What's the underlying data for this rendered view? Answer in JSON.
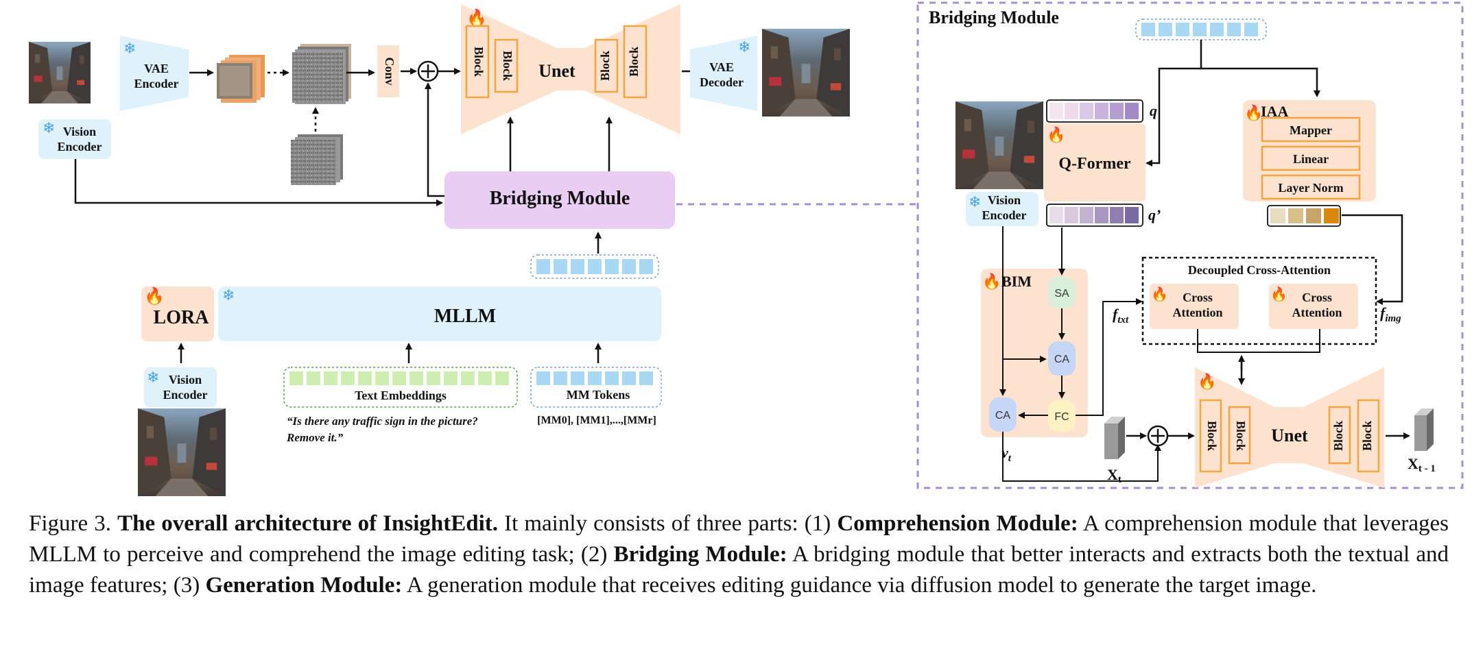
{
  "diagram": {
    "vae_encoder": "VAE\nEncoder",
    "vae_decoder": "VAE\nDecoder",
    "vision_encoder": "Vision\nEncoder",
    "conv": "Conv",
    "block": "Block",
    "unet": "Unet",
    "bridging_module": "Bridging Module",
    "lora": "LORA",
    "mllm": "MLLM",
    "text_embeddings": "Text Embeddings",
    "mm_tokens": "MM Tokens",
    "prompt": "“Is there any traffic sign in the picture?\nRemove it.”",
    "mm_token_list": "[MM0], [MM1],...,[MMr]",
    "panel_title": "Bridging Module",
    "q_former": "Q-Former",
    "q_label": "q",
    "q_prime_label": "q’",
    "iaa": "IAA",
    "mapper": "Mapper",
    "linear": "Linear",
    "layer_norm": "Layer Norm",
    "bim": "BIM",
    "sa": "SA",
    "ca": "CA",
    "fc": "FC",
    "decoupled_cross_attention": "Decoupled Cross-Attention",
    "cross_attention": "Cross\nAttention",
    "f_txt": "f",
    "f_txt_sub": "txt",
    "f_img": "f",
    "f_img_sub": "img",
    "v_t": "v",
    "v_t_sub": "t",
    "x_t": "X",
    "x_t_sub": "t",
    "x_t1": "X",
    "x_t1_sub": "t - 1"
  },
  "caption": {
    "prefix": "Figure 3.",
    "title": "The overall architecture of InsightEdit.",
    "intro": "It mainly consists of three parts: (1)",
    "part1_name": "Comprehension Module:",
    "part1_text": "A comprehension module that leverages MLLM to perceive and comprehend the image editing task; (2)",
    "part2_name": "Bridging Module:",
    "part2_text": "A bridging module that better interacts and extracts both the textual and image features; (3)",
    "part3_name": "Generation Module:",
    "part3_text": "A generation module that receives editing guidance via diffusion model to generate the target image."
  },
  "colors": {
    "peach": "#fde3cf",
    "block_orange": "#f5a33b",
    "light_blue": "#dff1fb",
    "token_blue": "#a9d8f5",
    "purple": "#e9cdf3",
    "panel_border": "#a58fd0",
    "text_green": "#cdeeb0",
    "sa_green": "#d9efd9",
    "ca_blue": "#c6d6f6",
    "fc_yellow": "#fcf2c4"
  }
}
